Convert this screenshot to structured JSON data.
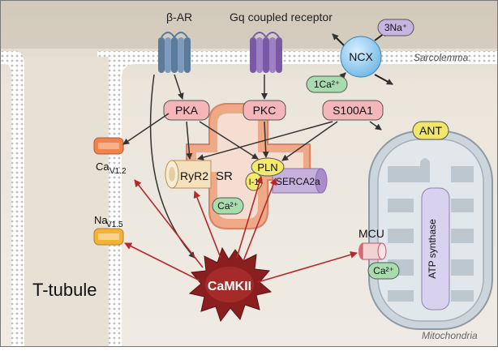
{
  "labels": {
    "beta_ar": "β-AR",
    "gq_receptor": "Gq coupled receptor",
    "sarcolemma": "Sarcolemma",
    "t_tubule": "T-tubule",
    "mitochondria": "Mitochondria",
    "ncx": "NCX",
    "na3": "3Na⁺",
    "ca1": "1Ca²⁺",
    "pka": "PKA",
    "pkc": "PKC",
    "s100a1": "S100A1",
    "ant": "ANT",
    "ryr2": "RyR2",
    "sr": "SR",
    "pln": "PLN",
    "i1": "I-1",
    "serca2a": "SERCA2a",
    "ca_sr": "Ca²⁺",
    "cav_main": "Ca",
    "cav_sub": "V1.2",
    "nav_main": "Na",
    "nav_sub": "V1.5",
    "mcu": "MCU",
    "ca_mito": "Ca²⁺",
    "atp_synthase": "ATP synthase",
    "camkii": "CaMKII"
  },
  "colors": {
    "background": "#ebe4d8",
    "membrane": "#f4efe6",
    "kinase_box": "#f4b6b8",
    "ca_ion": "#a8dcae",
    "pln": "#f3e96a",
    "ant": "#f0e66a",
    "serca": "#c6b0dc",
    "ncx": "#a6d6f4",
    "camkii": "#8b1e1e",
    "red_arrow": "#b8282a",
    "black_arrow": "#333333"
  }
}
